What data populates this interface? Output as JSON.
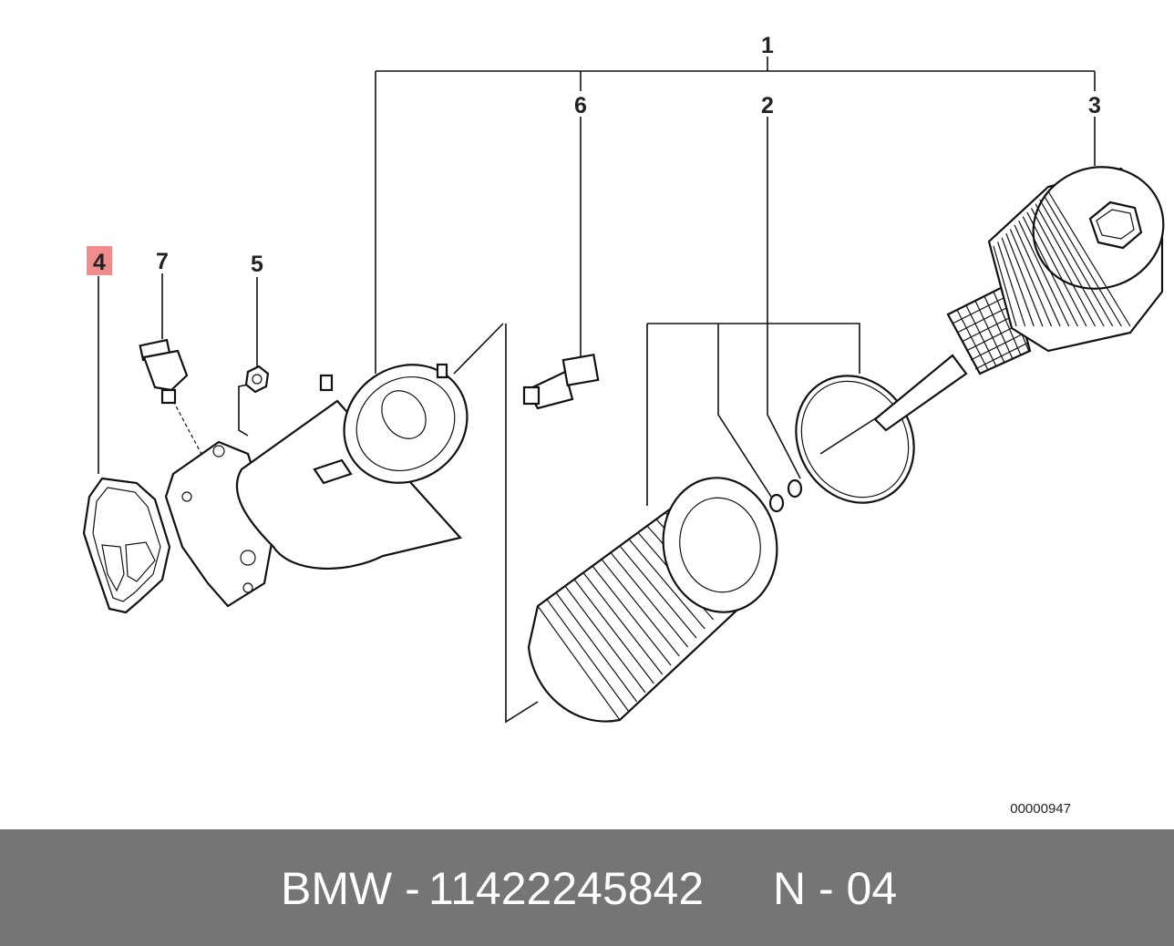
{
  "diagram": {
    "callouts": [
      {
        "id": "1",
        "label": "1"
      },
      {
        "id": "2",
        "label": "2"
      },
      {
        "id": "3",
        "label": "3"
      },
      {
        "id": "4",
        "label": "4",
        "highlighted": true
      },
      {
        "id": "5",
        "label": "5"
      },
      {
        "id": "6",
        "label": "6"
      },
      {
        "id": "7",
        "label": "7"
      }
    ],
    "image_id": "00000947",
    "highlight_color": "#f08c8c"
  },
  "footer": {
    "brand": "BMW -",
    "part_number": "11422245842",
    "page": "N - 04",
    "background_color": "#757575"
  }
}
